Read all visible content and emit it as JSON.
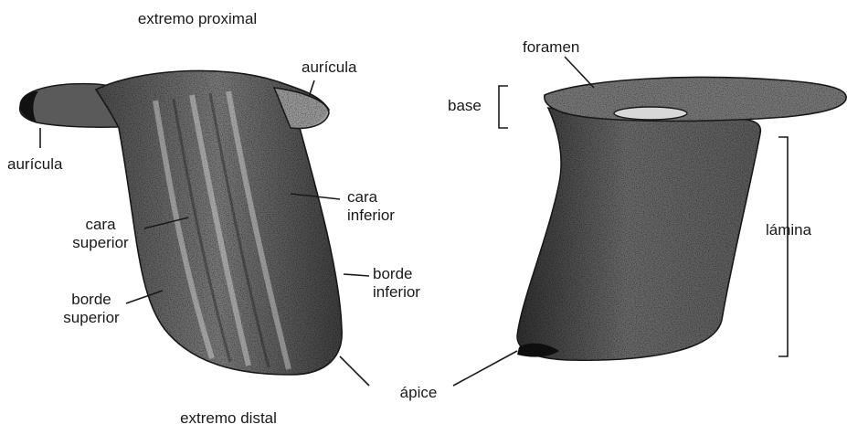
{
  "labels": {
    "extremo_proximal": "extremo proximal",
    "extremo_distal": "extremo distal",
    "auricula_top": "aurícula",
    "auricula_left": "aurícula",
    "cara_inferior": [
      "cara",
      "inferior"
    ],
    "cara_superior": [
      "cara",
      "superior"
    ],
    "borde_inferior": [
      "borde",
      "inferior"
    ],
    "borde_superior": [
      "borde",
      "superior"
    ],
    "apice": "ápice",
    "foramen": "foramen",
    "base": "base",
    "lamina": "lámina"
  },
  "colors": {
    "ink": "#1a1a1a",
    "body_fill": "#6e6e6e",
    "body_dark": "#2b2b2b",
    "background": "#ffffff"
  }
}
